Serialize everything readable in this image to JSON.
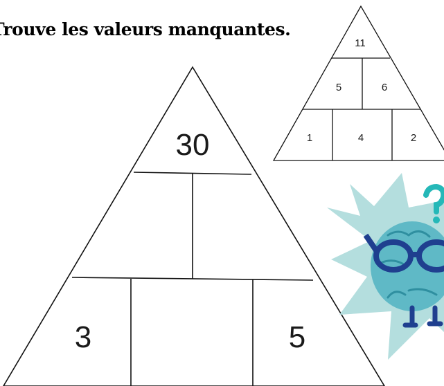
{
  "instruction": "Trouve les valeurs manquantes.",
  "example_pyramid": {
    "top": "11",
    "middle": [
      "5",
      "6"
    ],
    "bottom": [
      "1",
      "4",
      "2"
    ]
  },
  "main_pyramid": {
    "top": "30",
    "middle": [
      "",
      ""
    ],
    "bottom": [
      "3",
      "",
      "5"
    ]
  },
  "colors": {
    "burst": "#b4dede",
    "brain": "#5fb9c6",
    "brain_detail": "#2f8fa0",
    "glasses": "#1f3f8f",
    "question_mark": "#25b8b8",
    "lines": "#111111"
  },
  "mascot": {
    "icon": "thinking-brain-with-glasses-icon"
  }
}
